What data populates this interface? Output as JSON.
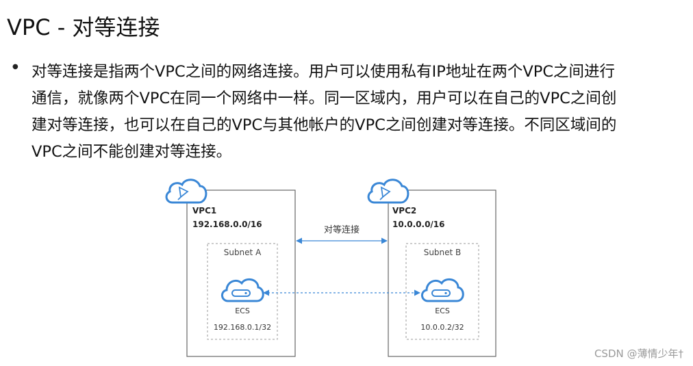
{
  "title": "VPC - 对等连接",
  "description_lines": [
    "对等连接是指两个VPC之间的网络连接。用户可以使用私有IP地址在两个VPC之间进行",
    "通信，就像两个VPC在同一个网络中一样。同一区域内，用户可以在自己的VPC之间创",
    "建对等连接，也可以在自己的VPC与其他帐户的VPC之间创建对等连接。不同区域间的",
    "VPC之间不能创建对等连接。"
  ],
  "diagram": {
    "peering_label": "对等连接",
    "vpc1": {
      "name": "VPC1",
      "cidr": "192.168.0.0/16",
      "subnet": "Subnet A",
      "ecs_label": "ECS",
      "ecs_ip": "192.168.0.1/32"
    },
    "vpc2": {
      "name": "VPC2",
      "cidr": "10.0.0.0/16",
      "subnet": "Subnet B",
      "ecs_label": "ECS",
      "ecs_ip": "10.0.0.2/32"
    },
    "colors": {
      "accent_blue": "#3a87d6",
      "box_border": "#666666",
      "dashed_border": "#999999"
    }
  },
  "watermark": "CSDN @薄情少年†"
}
